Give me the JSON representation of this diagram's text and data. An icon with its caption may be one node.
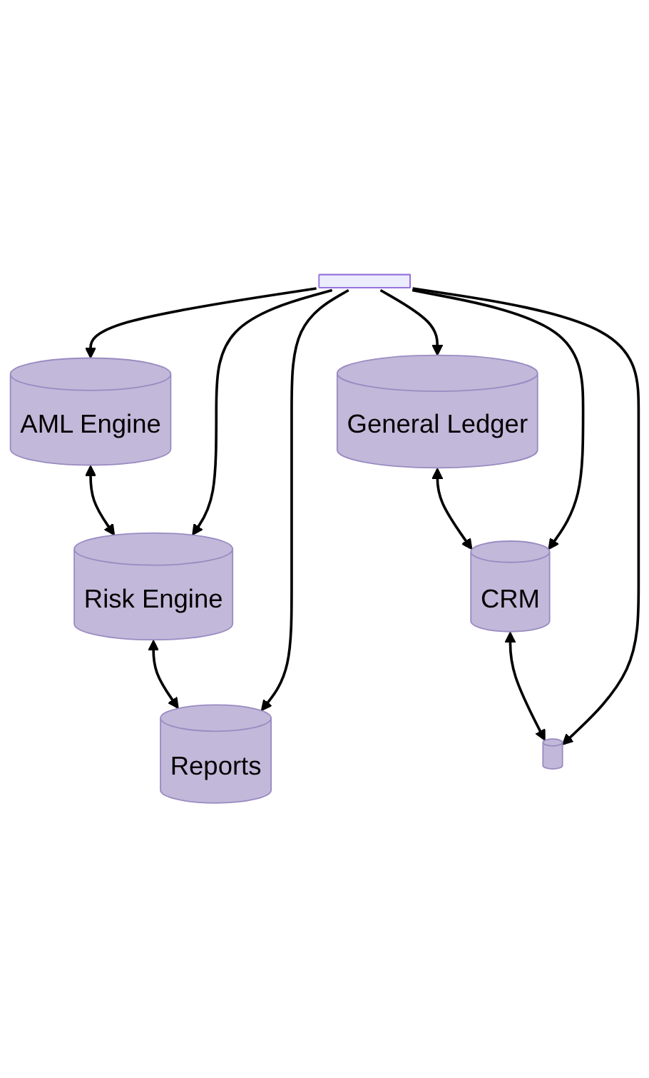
{
  "diagram": {
    "nodes": [
      {
        "text": [
          "AML Engine"
        ]
      },
      {
        "text": [
          "General Ledger"
        ]
      },
      {
        "text": [
          "Risk Engine"
        ]
      },
      {
        "text": [
          "CRM"
        ]
      },
      {
        "text": [
          "Reports"
        ]
      },
      {
        "text": [],
        "shape": "cylinder"
      },
      {
        "text": [],
        "shape": "bar"
      }
    ],
    "edges": [
      {
        "from": 0,
        "to": 2,
        "arrow": "both"
      },
      {
        "from": 2,
        "to": 4,
        "arrow": "both"
      },
      {
        "from": 1,
        "to": 3,
        "arrow": "both"
      },
      {
        "from": 3,
        "to": 5,
        "arrow": "both"
      },
      {
        "from": 6,
        "to": 0,
        "arrow": "to"
      },
      {
        "from": 6,
        "to": 1,
        "arrow": "to"
      },
      {
        "from": 6,
        "to": 2,
        "arrow": "to"
      },
      {
        "from": 6,
        "to": 3,
        "arrow": "to"
      },
      {
        "from": 6,
        "to": 4,
        "arrow": "to"
      },
      {
        "from": 6,
        "to": 5,
        "arrow": "to"
      }
    ]
  }
}
